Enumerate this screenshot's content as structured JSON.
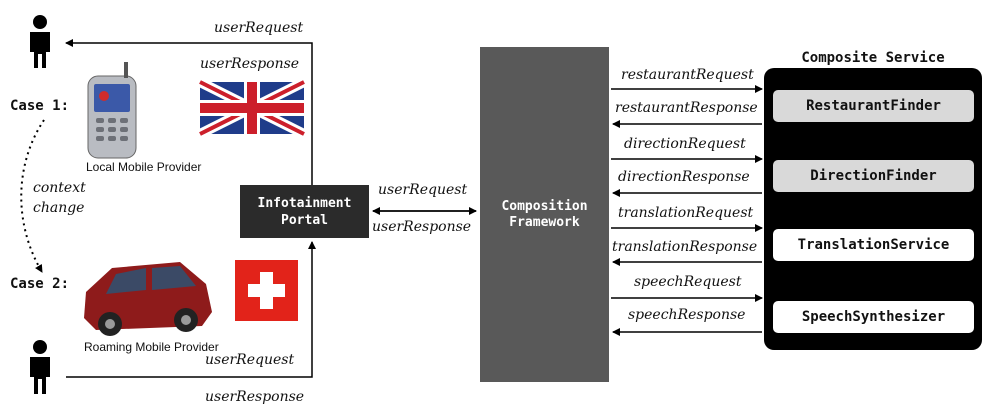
{
  "left": {
    "top_user_request": "userRequest",
    "top_user_response": "userResponse",
    "bottom_user_request": "userRequest",
    "bottom_user_response": "userResponse",
    "case1": "Case 1:",
    "case2": "Case 2:",
    "context_change_line1": "context",
    "context_change_line2": "change",
    "local_provider": "Local Mobile Provider",
    "roaming_provider": "Roaming Mobile Provider"
  },
  "portal": {
    "line1": "Infotainment",
    "line2": "Portal",
    "user_request": "userRequest",
    "user_response": "userResponse"
  },
  "framework": {
    "line1": "Composition",
    "line2": "Framework"
  },
  "composite": {
    "title": "Composite Service",
    "services": [
      {
        "name": "RestaurantFinder",
        "request": "restaurantRequest",
        "response": "restaurantResponse"
      },
      {
        "name": "DirectionFinder",
        "request": "directionRequest",
        "response": "directionResponse"
      },
      {
        "name": "TranslationService",
        "request": "translationRequest",
        "response": "translationResponse"
      },
      {
        "name": "SpeechSynthesizer",
        "request": "speechRequest",
        "response": "speechResponse"
      }
    ]
  },
  "colors": {
    "portal": "#2b2b2b",
    "framework": "#595959",
    "composite_bg": "#000000",
    "service_grey": "#d9d9d9",
    "uk_blue": "#1f3c8a",
    "uk_red": "#cc1f2b",
    "swiss_red": "#e2231a",
    "car": "#8e1b1b"
  },
  "icons": [
    "person-icon",
    "mobile-phone-icon",
    "uk-flag-icon",
    "car-icon",
    "swiss-flag-icon"
  ]
}
